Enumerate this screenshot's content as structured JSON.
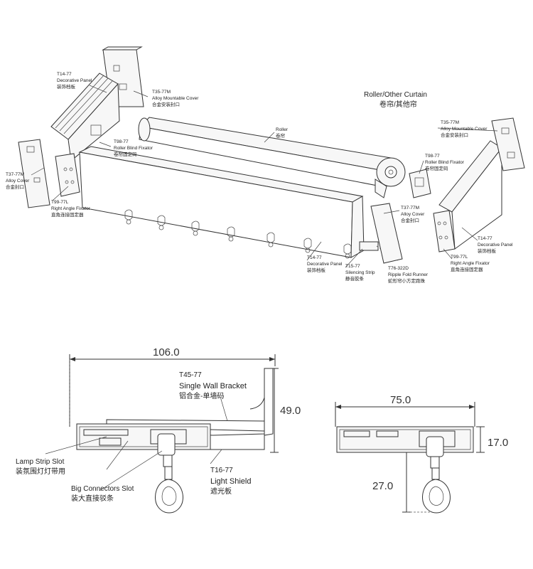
{
  "top_labels": {
    "t14_left": {
      "code": "T14-77",
      "en": "Decorative Panel",
      "cn": "装饰档板"
    },
    "t35_left": {
      "code": "T35-77M",
      "en": "Alloy Mountable Cover",
      "cn": "合金安装封口"
    },
    "t37_left": {
      "code": "T37-77M",
      "en": "Alloy Cover",
      "cn": "合金封口"
    },
    "t98_left": {
      "code": "T98-77",
      "en": "Roller Blind Fixator",
      "cn": "卷帘固定码"
    },
    "t99_left": {
      "code": "T99-77L",
      "en": "Right Angle Fixator",
      "cn": "直角连接固定器"
    },
    "roller": {
      "en": "Roller",
      "cn": "卷帘"
    },
    "roller_title": {
      "en": "Roller/Other Curtain",
      "cn": "卷帘/其他帘"
    },
    "t35_right": {
      "code": "T35-77M",
      "en": "Alloy Mountable Cover",
      "cn": "合金安装封口"
    },
    "t98_right": {
      "code": "T98-77",
      "en": "Roller Blind Fixator",
      "cn": "卷帘固定码"
    },
    "t37_right": {
      "code": "T37-77M",
      "en": "Alloy Cover",
      "cn": "合金封口"
    },
    "t14_right": {
      "code": "T14-77",
      "en": "Decorative Panel",
      "cn": "装饰档板"
    },
    "t99_right": {
      "code": "T99-77L",
      "en": "Right Angle Fixator",
      "cn": "直角连接固定器"
    },
    "t14_bottom": {
      "code": "T14-77",
      "en": "Decorative Panel",
      "cn": "装饰档板"
    },
    "t15": {
      "code": "T15-77",
      "en": "Silencing Strip",
      "cn": "静音胶条"
    },
    "t76": {
      "code": "T76-322D",
      "en": "Ripple Fold Runner",
      "cn": "蛇形帘小方定跑珠"
    }
  },
  "section_left": {
    "dim_width": "106.0",
    "dim_height": "49.0",
    "bracket": {
      "code": "T45-77",
      "en": "Single Wall Bracket",
      "cn": "铝合金-单墙码"
    },
    "lamp_slot": {
      "en": "Lamp Strip Slot",
      "cn": "装氛围灯灯带用"
    },
    "big_slot": {
      "en": "Big Connectors Slot",
      "cn": "装大直接驳条"
    },
    "shield": {
      "code": "T16-77",
      "en": "Light Shield",
      "cn": "遮光板"
    }
  },
  "section_right": {
    "dim_width": "75.0",
    "dim_height": "17.0",
    "dim_drop": "27.0"
  }
}
